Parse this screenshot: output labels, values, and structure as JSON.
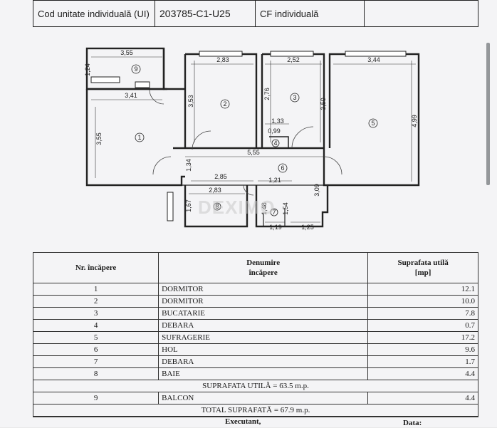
{
  "header": {
    "label_ui": "Cod unitate individuală (UI)",
    "ui_code": "203785-C1-U25",
    "cf_label": "CF individuală",
    "cf_value": ""
  },
  "plan": {
    "dims": {
      "d355_top": "3,55",
      "d124": "1,24",
      "d341": "3,41",
      "d355_left": "3,55",
      "d283_top": "2,83",
      "d353": "3,53",
      "d252": "2,52",
      "d276": "2,76",
      "d350": "3,50",
      "d344": "3,44",
      "d499": "4,99",
      "d133": "1,33",
      "d099": "0,99",
      "d555": "5,55",
      "d134": "1,34",
      "d285": "2,85",
      "d121": "1,21",
      "d283_bot": "2,83",
      "d309": "3,09",
      "d167": "1,67",
      "d148": "1,48",
      "d154": "1,54",
      "d119": "1,19",
      "d125": "1,25"
    },
    "room_numbers": [
      "1",
      "2",
      "3",
      "4",
      "5",
      "6",
      "7",
      "8",
      "9"
    ]
  },
  "watermark": "DEXIMO",
  "table": {
    "headers": {
      "nr": "Nr. încăpere",
      "name": "Denumire\nîncăpere",
      "area": "Suprafata utilă\n[mp]"
    },
    "rows": [
      {
        "nr": "1",
        "name": "DORMITOR",
        "area": "12.1"
      },
      {
        "nr": "2",
        "name": "DORMITOR",
        "area": "10.0"
      },
      {
        "nr": "3",
        "name": "BUCATARIE",
        "area": "7.8"
      },
      {
        "nr": "4",
        "name": "DEBARA",
        "area": "0.7"
      },
      {
        "nr": "5",
        "name": "SUFRAGERIE",
        "area": "17.2"
      },
      {
        "nr": "6",
        "name": "HOL",
        "area": "9.6"
      },
      {
        "nr": "7",
        "name": "DEBARA",
        "area": "1.7"
      },
      {
        "nr": "8",
        "name": "BAIE",
        "area": "4.4"
      }
    ],
    "useful_total": "SUPRAFATA UTILĂ = 63.5 m.p.",
    "balcony": {
      "nr": "9",
      "name": "BALCON",
      "area": "4.4"
    },
    "grand_total": "TOTAL SUPRAFATĂ = 67.9 m.p.",
    "executant": "Executant,",
    "data_label": "Data:"
  }
}
